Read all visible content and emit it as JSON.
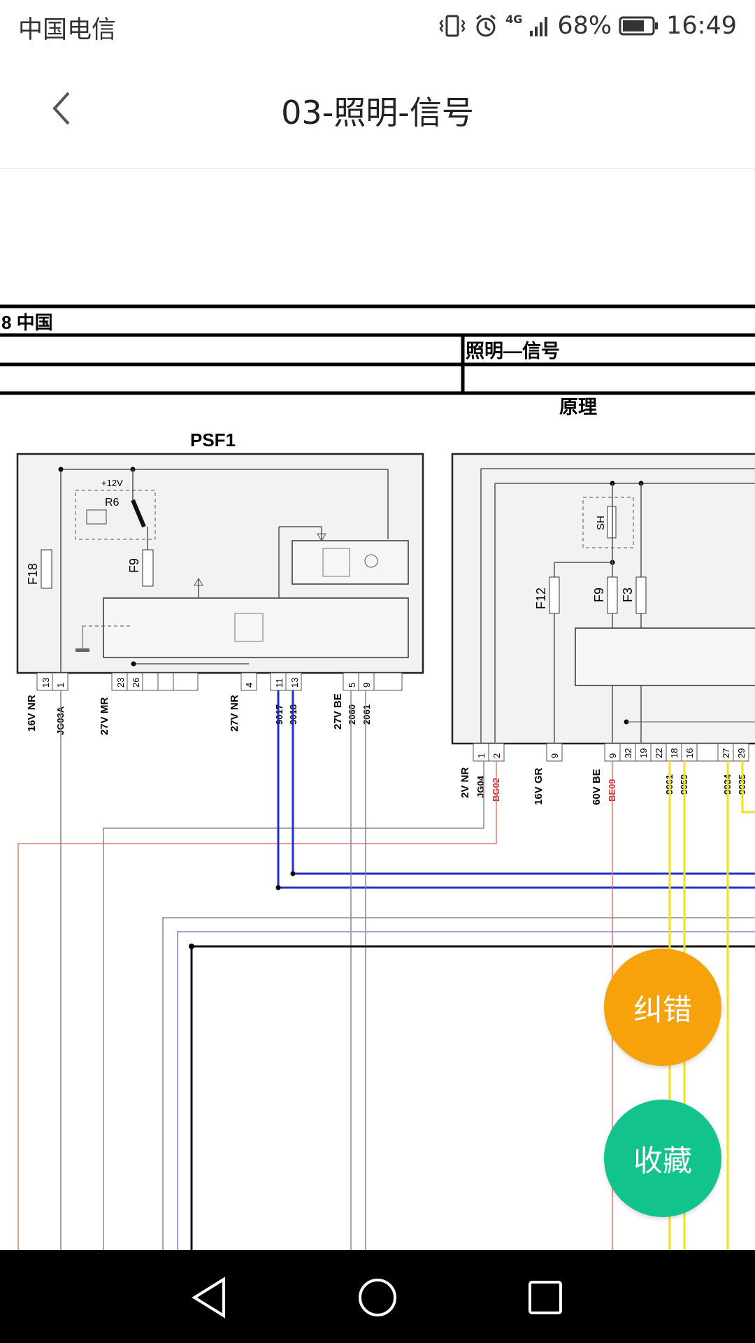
{
  "status_bar": {
    "carrier": "中国电信",
    "network": "4G",
    "battery": "68%",
    "time": "16:49",
    "icons": [
      "vibrate-icon",
      "alarm-icon",
      "signal-icon",
      "battery-icon"
    ]
  },
  "app_bar": {
    "title": "03-照明-信号",
    "back_icon": "chevron-left-icon"
  },
  "diagram": {
    "header_row1": "8 中国",
    "header_cell": "照明—信号",
    "section_label": "原理",
    "block_left": "PSF1",
    "left_labels": {
      "relay": "R6",
      "supply": "+12V",
      "fuse_a": "F18",
      "fuse_b": "F9"
    },
    "right_labels": {
      "sh": "SH",
      "fuse_a": "F12",
      "fuse_b": "F9",
      "fuse_c": "F3"
    },
    "pins_left": [
      "13",
      "1",
      "23",
      "26",
      "4",
      "11",
      "13",
      "5",
      "9"
    ],
    "pins_right": [
      "1",
      "2",
      "9",
      "9",
      "32",
      "19",
      "22",
      "18",
      "16",
      "27",
      "29"
    ],
    "wires_left": [
      "16V NR",
      "JG03A",
      "27V MR",
      "27V NR",
      "9017",
      "9018",
      "27V BE",
      "2060",
      "2061"
    ],
    "wires_right": [
      "2V NR",
      "JG04",
      "BG02",
      "16V GR",
      "60V BE",
      "BE09",
      "9061",
      "9059",
      "9034",
      "9035"
    ]
  },
  "fab": {
    "correct": "纠错",
    "save": "收藏"
  },
  "nav_bar": {
    "back": "back-triangle-icon",
    "home": "home-circle-icon",
    "recents": "recents-square-icon"
  }
}
